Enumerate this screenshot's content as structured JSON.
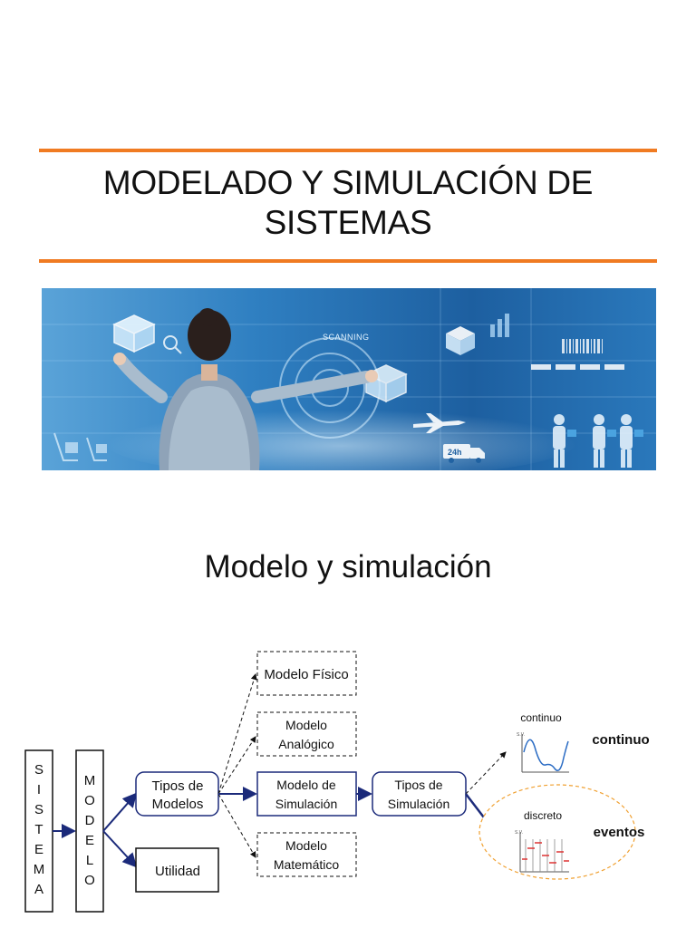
{
  "slide1": {
    "title_line1": "MODELADO Y SIMULACIÓN DE",
    "title_line2": "SISTEMAS",
    "banner_text": "SCANNING",
    "banner_text2": "24h",
    "accent_color": "#f07b22"
  },
  "slide2": {
    "title": "Modelo y simulación",
    "sistema": [
      "S",
      "I",
      "S",
      "T",
      "E",
      "M",
      "A"
    ],
    "modelo": [
      "M",
      "O",
      "D",
      "E",
      "L",
      "O"
    ],
    "tipos_modelos": [
      "Tipos de",
      "Modelos"
    ],
    "utilidad": "Utilidad",
    "modelo_fisico": "Modelo Físico",
    "modelo_analogico": [
      "Modelo",
      "Analógico"
    ],
    "modelo_simulacion": [
      "Modelo de",
      "Simulación"
    ],
    "modelo_matematico": [
      "Modelo",
      "Matemático"
    ],
    "tipos_simulacion": [
      "Tipos de",
      "Simulación"
    ],
    "continuo_caption": "continuo",
    "continuo_label": "continuo",
    "discreto_caption": "discreto",
    "eventos_label": "eventos",
    "axis_label": "S.V."
  }
}
